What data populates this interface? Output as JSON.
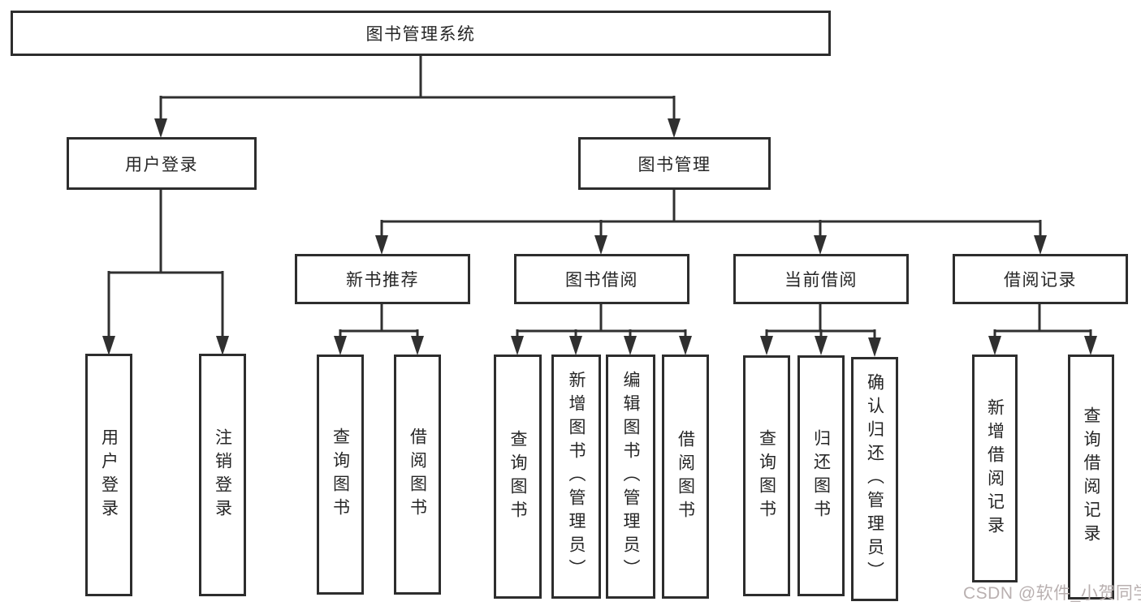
{
  "tree": {
    "root": {
      "label": "图书管理系统"
    },
    "children": [
      {
        "label": "用户登录",
        "children": [
          {
            "label": "用户登录"
          },
          {
            "label": "注销登录"
          }
        ]
      },
      {
        "label": "图书管理",
        "children": [
          {
            "label": "新书推荐",
            "children": [
              {
                "label": "查询图书"
              },
              {
                "label": "借阅图书"
              }
            ]
          },
          {
            "label": "图书借阅",
            "children": [
              {
                "label": "查询图书"
              },
              {
                "label": "新增图书（管理员）"
              },
              {
                "label": "编辑图书（管理员）"
              },
              {
                "label": "借阅图书"
              }
            ]
          },
          {
            "label": "当前借阅",
            "children": [
              {
                "label": "查询图书"
              },
              {
                "label": "归还图书"
              },
              {
                "label": "确认归还（管理员）"
              }
            ]
          },
          {
            "label": "借阅记录",
            "children": [
              {
                "label": "新增借阅记录"
              },
              {
                "label": "查询借阅记录"
              }
            ]
          }
        ]
      }
    ]
  },
  "watermark": {
    "text": "CSDN @软件_小贺同学",
    "color": "#b9b0b0"
  },
  "colors": {
    "line": "#303030",
    "border": "#2d2d2d",
    "text": "#262626",
    "background": "#ffffff"
  }
}
